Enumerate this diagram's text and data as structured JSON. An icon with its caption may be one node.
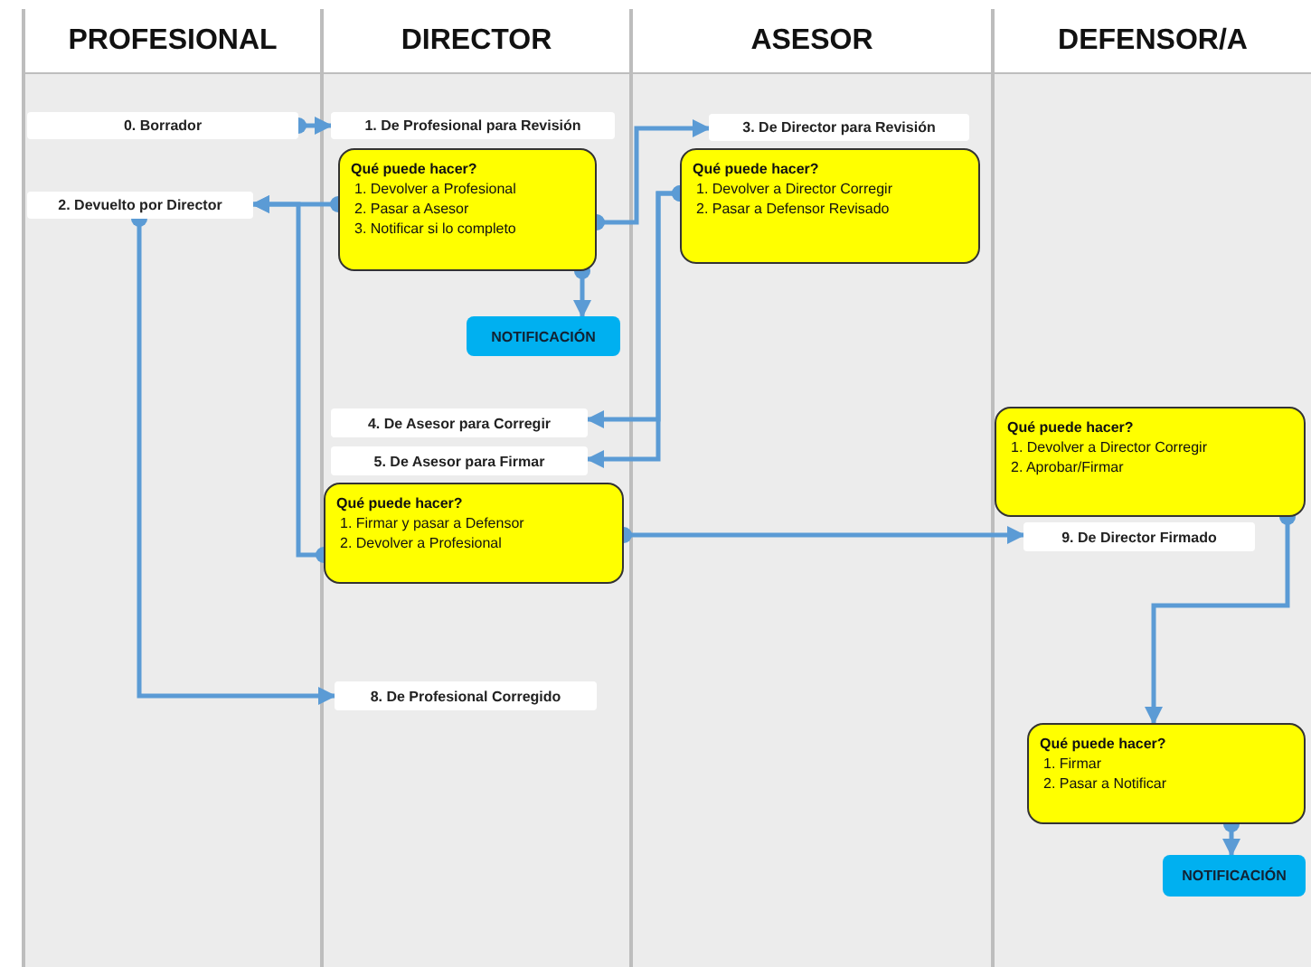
{
  "diagram": {
    "nodes": [
      {
        "text": [
          "PROFESIONAL"
        ]
      },
      {
        "text": [
          "DIRECTOR"
        ]
      },
      {
        "text": [
          "ASESOR"
        ]
      },
      {
        "text": [
          "DEFENSOR/A"
        ]
      },
      {
        "text": [
          "0. Borrador"
        ],
        "in": 0
      },
      {
        "text": [
          "1. De Profesional para Revisión"
        ],
        "in": 1
      },
      {
        "text": [
          "2. Devuelto por Director"
        ],
        "in": 0
      },
      {
        "text": [
          "Qué puede hacer?",
          "1. Devolver a Profesional",
          "2. Pasar a Asesor",
          "3. Notificar si lo completo"
        ],
        "in": 1
      },
      {
        "text": [
          "NOTIFICACIÓN"
        ],
        "in": 1
      },
      {
        "text": [
          "3. De Director para Revisión"
        ],
        "in": 2
      },
      {
        "text": [
          "Qué puede hacer?",
          "1. Devolver a Director Corregir",
          "2. Pasar a Defensor Revisado"
        ],
        "in": 2
      },
      {
        "text": [
          "4. De Asesor para Corregir"
        ],
        "in": 1
      },
      {
        "text": [
          "5. De Asesor para Firmar"
        ],
        "in": 1
      },
      {
        "text": [
          "Qué puede hacer?",
          "1. Firmar y pasar a Defensor",
          "2. Devolver a Profesional"
        ],
        "in": 1
      },
      {
        "text": [
          "9. De Director Firmado"
        ],
        "in": 3
      },
      {
        "text": [
          "Qué puede hacer?",
          "1. Devolver a Director Corregir",
          "2. Aprobar/Firmar"
        ],
        "in": 3
      },
      {
        "text": [
          "8. De Profesional Corregido"
        ],
        "in": 1
      },
      {
        "text": [
          "Qué puede hacer?",
          "1. Firmar",
          "2. Pasar a Notificar"
        ],
        "in": 3
      },
      {
        "text": [
          "NOTIFICACIÓN"
        ],
        "in": 3
      }
    ],
    "edges": [
      {
        "from": 4,
        "to": 5,
        "arrow": "to"
      },
      {
        "from": 7,
        "to": 6,
        "arrow": "to"
      },
      {
        "from": 7,
        "to": 9,
        "arrow": "to"
      },
      {
        "from": 7,
        "to": 8,
        "arrow": "to"
      },
      {
        "from": 10,
        "to": 11,
        "arrow": "to"
      },
      {
        "from": 10,
        "to": 12,
        "arrow": "to"
      },
      {
        "from": 13,
        "to": 6,
        "arrow": "to"
      },
      {
        "from": 6,
        "to": 16,
        "arrow": "to"
      },
      {
        "from": 13,
        "to": 14,
        "arrow": "to"
      },
      {
        "from": 15,
        "to": 17,
        "arrow": "to"
      },
      {
        "from": 17,
        "to": 18,
        "arrow": "to"
      }
    ]
  }
}
